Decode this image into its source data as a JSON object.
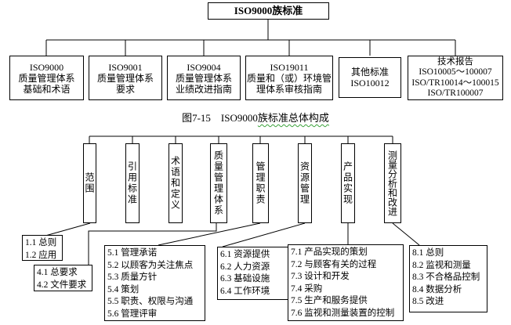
{
  "colors": {
    "background": "#ffffff",
    "line": "#000000",
    "text": "#000000",
    "spellcheck_squiggle": "#3aa23a"
  },
  "top_chart": {
    "root_label": "ISO9000族标准",
    "standards": [
      {
        "lines": [
          "ISO9000",
          "质量管理体系",
          "基础和术语"
        ]
      },
      {
        "lines": [
          "ISO9001",
          "质量管理体系",
          "要求"
        ]
      },
      {
        "lines": [
          "ISO9004",
          "质量管理体系",
          "业绩改进指南"
        ]
      },
      {
        "lines": [
          "ISO19011",
          "质量和（或）环境管",
          "理体系审核指南"
        ]
      },
      {
        "lines": [
          "其他标准",
          "ISO10012"
        ]
      },
      {
        "lines": [
          "技术报告",
          "ISO10005～100007",
          "ISO/TR10014～100015",
          "ISO/TR100007"
        ]
      }
    ]
  },
  "caption": {
    "plain": "图7-15　ISO9000",
    "wavy": "族标准总体构成"
  },
  "bottom_chart": {
    "sections": [
      "范围",
      "引用标准",
      "术语和定义",
      "质量管理体系",
      "管理职责",
      "资源管理",
      "产品实现",
      "测量分析和改进"
    ],
    "leaves": [
      {
        "items": [
          "1.1 总则",
          "1.2 应用"
        ]
      },
      {
        "items": [
          "4.1 总要求",
          "4.2 文件要求"
        ]
      },
      {
        "items": [
          "5.1 管理承诺",
          "5.2 以顾客为关注焦点",
          "5.3 质量方针",
          "5.4 策划",
          "5.5 职责、权限与沟通",
          "5.6 管理评审"
        ]
      },
      {
        "items": [
          "6.1 资源提供",
          "6.2 人力资源",
          "6.3 基础设施",
          "6.4 工作环境"
        ]
      },
      {
        "items": [
          "7.1 产品实现的策划",
          "7.2 与顾客有关的过程",
          "7.3 设计和开发",
          "7.4 采购",
          "7.5 生产和服务提供",
          "7.6 监视和测量装置的控制"
        ]
      },
      {
        "items": [
          "8.1 总则",
          "8.2 监视和测量",
          "8.3 不合格品控制",
          "8.4 数据分析",
          "8.5 改进"
        ]
      }
    ]
  }
}
